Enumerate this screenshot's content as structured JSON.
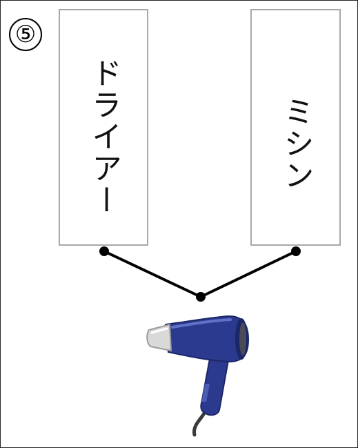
{
  "question_number": "⑤",
  "cards": [
    {
      "label": "ドライアー"
    },
    {
      "label": "ミシン"
    }
  ],
  "image": {
    "icon": "hair-dryer-icon"
  },
  "colors": {
    "card_border": "#a8a8a8",
    "dryer_body": "#2b3a8f",
    "dryer_dark": "#1c2766",
    "nozzle": "#d9d9d9",
    "line": "#000000"
  }
}
